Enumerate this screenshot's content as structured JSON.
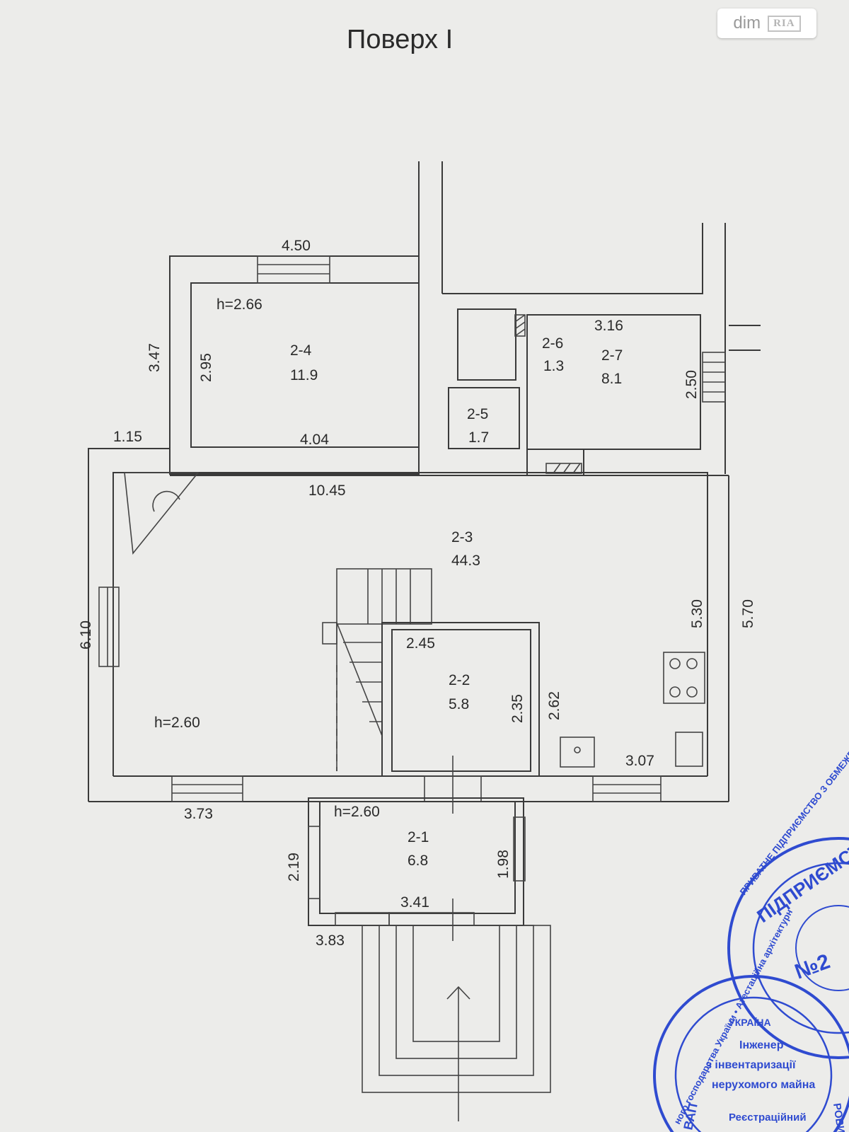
{
  "title": "Поверх I",
  "logo": {
    "brand_left": "dim",
    "brand_right": "RIA"
  },
  "rooms": [
    {
      "id": "2-1",
      "area": "6.8"
    },
    {
      "id": "2-2",
      "area": "5.8"
    },
    {
      "id": "2-3",
      "area": "44.3"
    },
    {
      "id": "2-4",
      "area": "11.9"
    },
    {
      "id": "2-5",
      "area": "1.7"
    },
    {
      "id": "2-6",
      "area": "1.3"
    },
    {
      "id": "2-7",
      "area": "8.1"
    }
  ],
  "heights": {
    "room_2_4": "h=2.66",
    "room_2_3": "h=2.60",
    "room_2_1": "h=2.60"
  },
  "dimensions": {
    "d_4_50": "4.50",
    "d_3_47": "3.47",
    "d_2_95": "2.95",
    "d_4_04": "4.04",
    "d_1_15": "1.15",
    "d_10_45": "10.45",
    "d_3_16": "3.16",
    "d_2_50": "2.50",
    "d_6_10": "6.10",
    "d_5_30": "5.30",
    "d_5_70": "5.70",
    "d_2_45": "2.45",
    "d_2_35": "2.35",
    "d_2_62": "2.62",
    "d_3_07": "3.07",
    "d_3_73": "3.73",
    "d_2_19": "2.19",
    "d_1_98": "1.98",
    "d_3_41": "3.41",
    "d_3_83": "3.83"
  },
  "stamp": {
    "ring_outer": "ПРИВАТНЕ ПІДПРИЄМСТВО З ОБМЕЖЕНОЮ ВІДПОВІДАЛЬНІСТЮ",
    "inner_top": "ПІДПРИЄМСТВО",
    "inner_number": "№2",
    "seal_ring": "ного господарства України • Атестаційна архітектурн",
    "seal_line1": "Інженер",
    "seal_line2": "з інвентаризації",
    "seal_line3": "нерухомого майна",
    "seal_line4": "Реєстраційний",
    "seal_word": "УКРАЇНА",
    "seal_side": "ВАП",
    "seal_side2": "РОВИЧ"
  }
}
